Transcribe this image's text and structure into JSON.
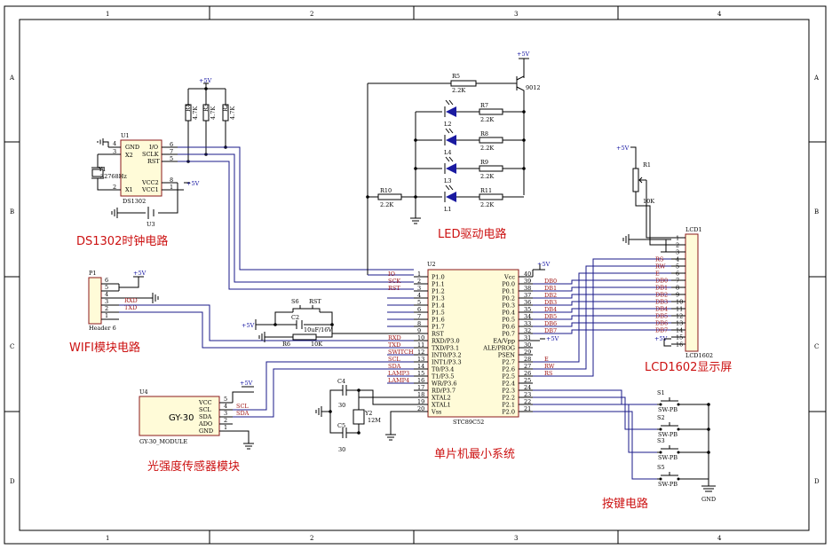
{
  "border": {
    "cols": [
      "1",
      "2",
      "3",
      "4"
    ],
    "rows": [
      "A",
      "B",
      "C",
      "D"
    ]
  },
  "titles": {
    "ds1302": "DS1302时钟电路",
    "led": "LED驱动电路",
    "wifi": "WIFI模块电路",
    "lcd": "LCD1602显示屏",
    "light": "光强度传感器模块",
    "mcu": "单片机最小系统",
    "keys": "按键电路"
  },
  "power": {
    "vcc": "+5V",
    "gnd": "GND"
  },
  "ds1302": {
    "ref": "U1",
    "part": "DS1302",
    "xtal_ref": "Y1",
    "xtal_val": "32768Hz",
    "batt_ref": "U3",
    "pins_left": [
      {
        "num": "4",
        "name": "GND"
      },
      {
        "num": "3",
        "name": "X2"
      },
      {
        "num": "2",
        "name": "X1"
      }
    ],
    "pins_right": [
      {
        "num": "6",
        "name": "I/O"
      },
      {
        "num": "7",
        "name": "SCLK"
      },
      {
        "num": "5",
        "name": "RST"
      },
      {
        "num": "8",
        "name": "VCC2"
      },
      {
        "num": "1",
        "name": "VCC1"
      }
    ],
    "pullups": [
      {
        "ref": "R4",
        "val": "4.7K"
      },
      {
        "ref": "R3",
        "val": "4.7K"
      },
      {
        "ref": "R2",
        "val": "4.7K"
      }
    ]
  },
  "led": {
    "transistor": "9012",
    "r_base": {
      "ref": "R5",
      "val": "2.2K"
    },
    "r10": {
      "ref": "R10",
      "val": "2.2K"
    },
    "leds": [
      {
        "ref": "L2",
        "r": "R7",
        "val": "2.2K"
      },
      {
        "ref": "L4",
        "r": "R8",
        "val": "2.2K"
      },
      {
        "ref": "L3",
        "r": "R9",
        "val": "2.2K"
      },
      {
        "ref": "L1",
        "r": "R11",
        "val": "2.2K"
      }
    ]
  },
  "wifi": {
    "ref": "P1",
    "part": "Header 6",
    "pins": [
      "6",
      "5",
      "4",
      "3",
      "2",
      "1"
    ],
    "nets": [
      "RXD",
      "TXD"
    ]
  },
  "reset": {
    "sw": "S6",
    "sw_label": "RST",
    "cap": "C2",
    "cap_val": "10uF/16V",
    "res": "R6",
    "res_val": "10K"
  },
  "mcu": {
    "ref": "U2",
    "part": "STC89C52",
    "left_pins": [
      {
        "num": "1",
        "name": "P1.0",
        "net": "IO"
      },
      {
        "num": "2",
        "name": "P1.1",
        "net": "SCK"
      },
      {
        "num": "3",
        "name": "P1.2",
        "net": "RST"
      },
      {
        "num": "4",
        "name": "P1.3",
        "net": ""
      },
      {
        "num": "5",
        "name": "P1.4",
        "net": ""
      },
      {
        "num": "6",
        "name": "P1.5",
        "net": ""
      },
      {
        "num": "7",
        "name": "P1.6",
        "net": ""
      },
      {
        "num": "8",
        "name": "P1.7",
        "net": ""
      },
      {
        "num": "9",
        "name": "RST",
        "net": ""
      },
      {
        "num": "10",
        "name": "RXD/P3.0",
        "net": "RXD"
      },
      {
        "num": "11",
        "name": "TXD/P3.1",
        "net": "TXD"
      },
      {
        "num": "12",
        "name": "INT0/P3.2",
        "net": "SWITCH"
      },
      {
        "num": "13",
        "name": "INT1/P3.3",
        "net": "SCL"
      },
      {
        "num": "14",
        "name": "T0/P3.4",
        "net": "SDA"
      },
      {
        "num": "15",
        "name": "T1/P3.5",
        "net": "LAMP3"
      },
      {
        "num": "16",
        "name": "WR/P3.6",
        "net": "LAMP4"
      },
      {
        "num": "17",
        "name": "RD/P3.7",
        "net": ""
      },
      {
        "num": "18",
        "name": "XTAL2",
        "net": ""
      },
      {
        "num": "19",
        "name": "XTAL1",
        "net": ""
      },
      {
        "num": "20",
        "name": "Vss",
        "net": ""
      }
    ],
    "right_pins": [
      {
        "num": "40",
        "name": "Vcc",
        "net": ""
      },
      {
        "num": "39",
        "name": "P0.0",
        "net": "DB0"
      },
      {
        "num": "38",
        "name": "P0.1",
        "net": "DB1"
      },
      {
        "num": "37",
        "name": "P0.2",
        "net": "DB2"
      },
      {
        "num": "36",
        "name": "P0.3",
        "net": "DB3"
      },
      {
        "num": "35",
        "name": "P0.4",
        "net": "DB4"
      },
      {
        "num": "34",
        "name": "P0.5",
        "net": "DB5"
      },
      {
        "num": "33",
        "name": "P0.6",
        "net": "DB6"
      },
      {
        "num": "32",
        "name": "P0.7",
        "net": "DB7"
      },
      {
        "num": "31",
        "name": "EA/Vpp",
        "net": ""
      },
      {
        "num": "30",
        "name": "ALE/PROG",
        "net": ""
      },
      {
        "num": "29",
        "name": "PSEN",
        "net": ""
      },
      {
        "num": "28",
        "name": "P2.7",
        "net": "E"
      },
      {
        "num": "27",
        "name": "P2.6",
        "net": "RW"
      },
      {
        "num": "26",
        "name": "P2.5",
        "net": "RS"
      },
      {
        "num": "25",
        "name": "P2.4",
        "net": ""
      },
      {
        "num": "24",
        "name": "P2.3",
        "net": ""
      },
      {
        "num": "23",
        "name": "P2.2",
        "net": ""
      },
      {
        "num": "22",
        "name": "P2.1",
        "net": ""
      },
      {
        "num": "21",
        "name": "P2.0",
        "net": ""
      }
    ]
  },
  "crystal": {
    "c4": "C4",
    "c4_val": "30",
    "c5": "C5",
    "c5_val": "30",
    "x": "Y2",
    "x_val": "12M"
  },
  "gy30": {
    "ref": "U4",
    "body": "GY-30",
    "part": "GY-30_MODULE",
    "pins": [
      {
        "num": "5",
        "name": "VCC"
      },
      {
        "num": "4",
        "name": "SCL"
      },
      {
        "num": "3",
        "name": "SDA"
      },
      {
        "num": "2",
        "name": "ADO"
      },
      {
        "num": "1",
        "name": "GND"
      }
    ],
    "nets": [
      "SCL",
      "SDA"
    ]
  },
  "lcd": {
    "ref": "LCD1",
    "part": "LCD1602",
    "pot": "R1",
    "pot_val": "10K",
    "pins": [
      "1",
      "2",
      "3",
      "4",
      "5",
      "6",
      "7",
      "8",
      "9",
      "10",
      "11",
      "12",
      "13",
      "14",
      "15",
      "16"
    ],
    "nets": [
      "",
      "",
      "",
      "RS",
      "RW",
      "E",
      "DB0",
      "DB1",
      "DB2",
      "DB3",
      "DB4",
      "DB5",
      "DB6",
      "DB7",
      "",
      ""
    ]
  },
  "keys": [
    {
      "ref": "S1",
      "part": "SW-PB"
    },
    {
      "ref": "S2",
      "part": "SW-PB"
    },
    {
      "ref": "S3",
      "part": "SW-PB"
    },
    {
      "ref": "S5",
      "part": "SW-PB"
    }
  ]
}
